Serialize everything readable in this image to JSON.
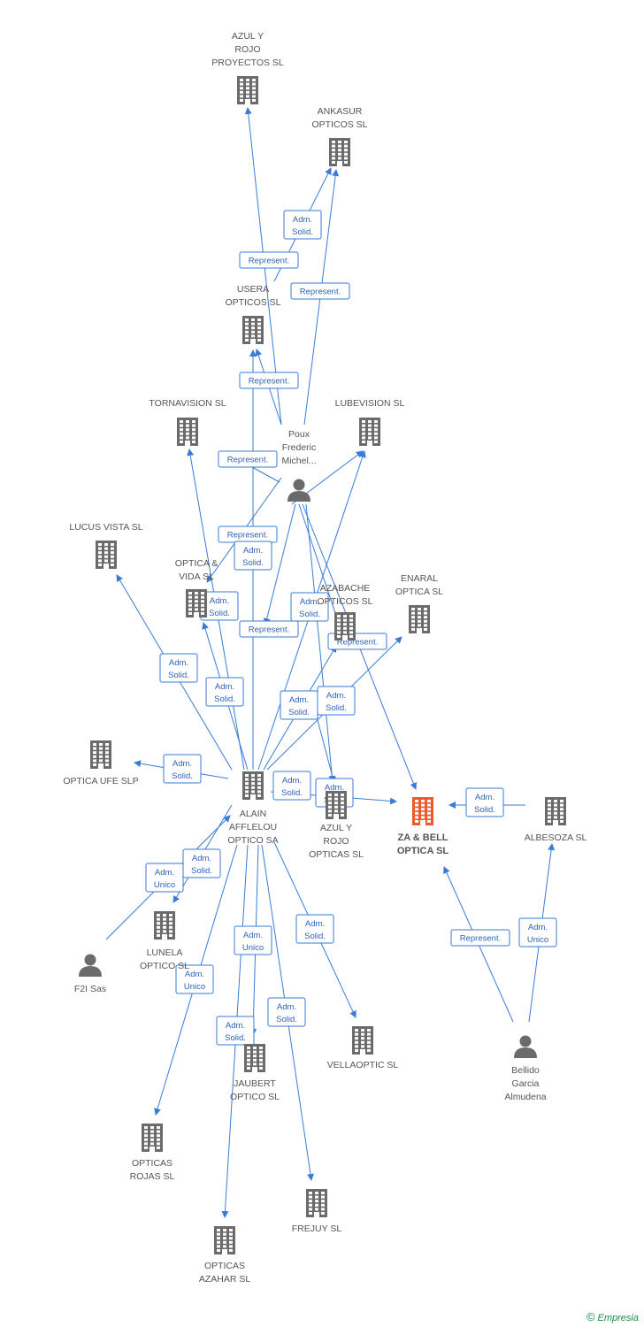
{
  "colors": {
    "edge": "#3a7bd5",
    "company": "#6b6b6b",
    "target": "#f05a28",
    "person": "#6b6b6b"
  },
  "nodes": [
    {
      "id": "azul_rojo_proyectos",
      "kind": "company",
      "lines": [
        "AZUL Y",
        "ROJO",
        "PROYECTOS SL"
      ]
    },
    {
      "id": "ankasur",
      "kind": "company",
      "lines": [
        "ANKASUR",
        "OPTICOS SL"
      ]
    },
    {
      "id": "usera",
      "kind": "company",
      "lines": [
        "USERA",
        "OPTICOS SL"
      ]
    },
    {
      "id": "tornavision",
      "kind": "company",
      "lines": [
        "TORNAVISION SL"
      ]
    },
    {
      "id": "lubevision",
      "kind": "company",
      "lines": [
        "LUBEVISION SL"
      ]
    },
    {
      "id": "poux",
      "kind": "person",
      "lines": [
        "Poux",
        "Frederic",
        "Michel..."
      ]
    },
    {
      "id": "lucus",
      "kind": "company",
      "lines": [
        "LUCUS VISTA SL"
      ]
    },
    {
      "id": "optica_vida",
      "kind": "company",
      "lines": [
        "OPTICA &",
        "VIDA SL"
      ]
    },
    {
      "id": "azabache",
      "kind": "company",
      "lines": [
        "AZABACHE",
        "OPTICOS SL"
      ]
    },
    {
      "id": "enaral",
      "kind": "company",
      "lines": [
        "ENARAL",
        "OPTICA SL"
      ]
    },
    {
      "id": "optica_ufe",
      "kind": "company",
      "lines": [
        "OPTICA UFE SLP"
      ]
    },
    {
      "id": "alain",
      "kind": "company",
      "lines": [
        "ALAIN",
        "AFFLELOU",
        "OPTICO SA"
      ]
    },
    {
      "id": "azul_rojo_opticas",
      "kind": "company",
      "lines": [
        "AZUL Y",
        "ROJO",
        "OPTICAS SL"
      ]
    },
    {
      "id": "zabell",
      "kind": "target",
      "lines": [
        "ZA & BELL",
        "OPTICA SL"
      ]
    },
    {
      "id": "albesoza",
      "kind": "company",
      "lines": [
        "ALBESOZA SL"
      ]
    },
    {
      "id": "f2i",
      "kind": "person",
      "lines": [
        "F2I Sas"
      ]
    },
    {
      "id": "lunela",
      "kind": "company",
      "lines": [
        "LUNELA",
        "OPTICO SL"
      ]
    },
    {
      "id": "vellaoptic",
      "kind": "company",
      "lines": [
        "VELLAOPTIC SL"
      ]
    },
    {
      "id": "jaubert",
      "kind": "company",
      "lines": [
        "JAUBERT",
        "OPTICO SL"
      ]
    },
    {
      "id": "bellido",
      "kind": "person",
      "lines": [
        "Bellido",
        "Garcia",
        "Almudena"
      ]
    },
    {
      "id": "opticas_rojas",
      "kind": "company",
      "lines": [
        "OPTICAS",
        "ROJAS SL"
      ]
    },
    {
      "id": "frejuy",
      "kind": "company",
      "lines": [
        "FREJUY SL"
      ]
    },
    {
      "id": "opticas_azahar",
      "kind": "company",
      "lines": [
        "OPTICAS",
        "AZAHAR SL"
      ]
    }
  ],
  "edges": [
    {
      "from": "poux",
      "to": "azul_rojo_proyectos",
      "label": [
        "Represent."
      ]
    },
    {
      "from": "usera",
      "to": "ankasur",
      "label": [
        "Adm.",
        "Solid."
      ]
    },
    {
      "from": "poux",
      "to": "ankasur",
      "label": [
        "Represent."
      ]
    },
    {
      "from": "poux",
      "to": "usera",
      "label": [
        "Represent."
      ]
    },
    {
      "from": "poux",
      "to": "optica_vida",
      "label": [
        "Represent."
      ]
    },
    {
      "from": "poux",
      "to": "tornavision",
      "label": [
        "Represent."
      ]
    },
    {
      "from": "poux",
      "to": "lubevision",
      "label": []
    },
    {
      "from": "poux",
      "to": "azabache",
      "label": [
        "Represent."
      ]
    },
    {
      "from": "poux",
      "to": "enaral",
      "label": [
        "Represent."
      ]
    },
    {
      "from": "poux",
      "to": "zabell",
      "label": []
    },
    {
      "from": "poux",
      "to": "azul_rojo_opticas",
      "label": []
    },
    {
      "from": "alain",
      "to": "usera",
      "label": [
        "Adm.",
        "Solid."
      ]
    },
    {
      "from": "alain",
      "to": "optica_vida",
      "label": [
        "Adm.",
        "Solid."
      ]
    },
    {
      "from": "alain",
      "to": "tornavision",
      "label": [
        "Adm.",
        "Solid."
      ]
    },
    {
      "from": "alain",
      "to": "lucus",
      "label": [
        "Adm.",
        "Solid."
      ]
    },
    {
      "from": "alain",
      "to": "lubevision",
      "label": [
        "Adm.",
        "Solid."
      ]
    },
    {
      "from": "alain",
      "to": "azabache",
      "label": [
        "Adm.",
        "Solid."
      ]
    },
    {
      "from": "alain",
      "to": "enaral",
      "label": [
        "Adm.",
        "Solid."
      ]
    },
    {
      "from": "alain",
      "to": "optica_ufe",
      "label": [
        "Adm.",
        "Solid."
      ]
    },
    {
      "from": "alain",
      "to": "zabell",
      "label": [
        "Adm.",
        "Solid."
      ]
    },
    {
      "from": "alain",
      "to": "lunela",
      "label": [
        "Adm.",
        "Solid."
      ]
    },
    {
      "from": "alain",
      "to": "vellaoptic",
      "label": [
        "Adm.",
        "Solid."
      ]
    },
    {
      "from": "alain",
      "to": "jaubert",
      "label": [
        "Adm.",
        "Unico"
      ]
    },
    {
      "from": "alain",
      "to": "opticas_rojas",
      "label": [
        "Adm.",
        "Unico"
      ]
    },
    {
      "from": "alain",
      "to": "frejuy",
      "label": [
        "Adm.",
        "Solid."
      ]
    },
    {
      "from": "alain",
      "to": "opticas_azahar",
      "label": [
        "Adm.",
        "Solid."
      ]
    },
    {
      "from": "f2i",
      "to": "alain",
      "label": [
        "Adm.",
        "Unico"
      ]
    },
    {
      "from": "albesoza",
      "to": "zabell",
      "label": [
        "Adm.",
        "Solid."
      ]
    },
    {
      "from": "bellido",
      "to": "zabell",
      "label": [
        "Represent."
      ]
    },
    {
      "from": "bellido",
      "to": "albesoza",
      "label": [
        "Adm.",
        "Unico"
      ]
    },
    {
      "from": "poux",
      "to": "azul_rojo_opticas",
      "label": [
        "Adm.",
        "Solid."
      ]
    }
  ],
  "footer": {
    "copyright": "©",
    "brand": "Empresia"
  }
}
